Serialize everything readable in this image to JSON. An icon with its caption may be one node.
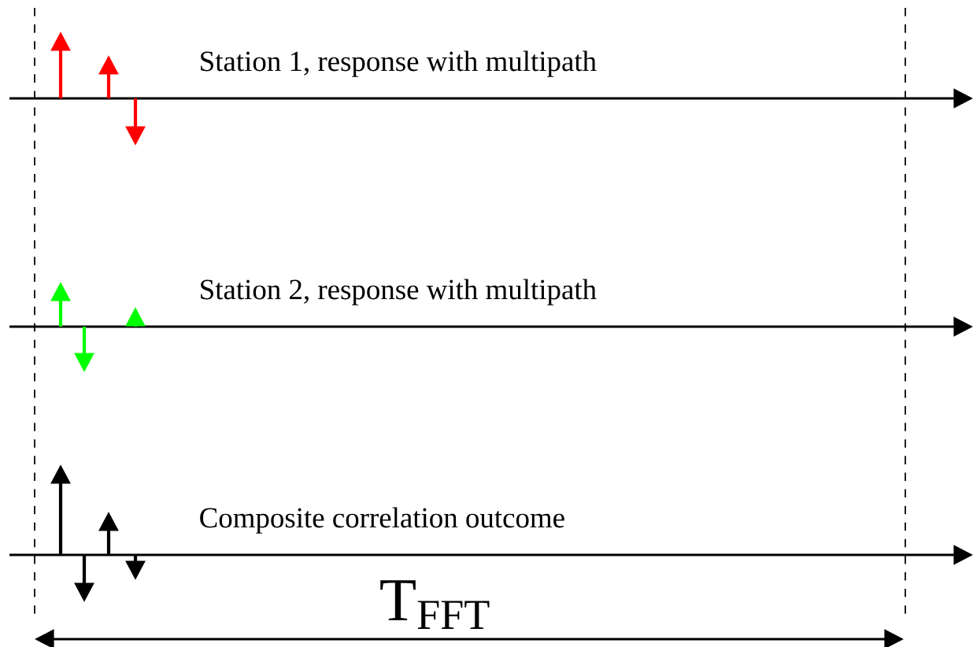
{
  "diagram": {
    "labels": [
      "Station 1, response with multipath",
      "Station 2, response with multipath",
      "Composite correlation outcome",
      "T$_{FFT}$"
    ]
  }
}
